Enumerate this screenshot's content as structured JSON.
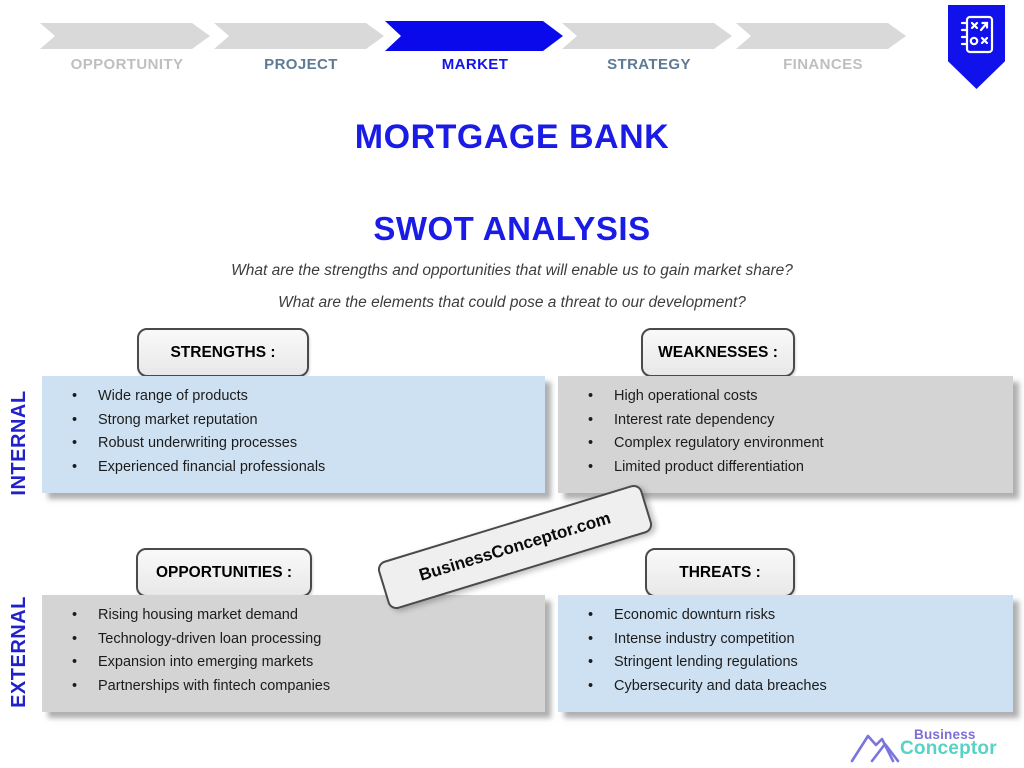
{
  "progress_bar": {
    "steps": [
      {
        "label": "OPPORTUNITY",
        "active": false
      },
      {
        "label": "PROJECT",
        "active": false
      },
      {
        "label": "MARKET",
        "active": true
      },
      {
        "label": "STRATEGY",
        "active": false
      },
      {
        "label": "FINANCES",
        "active": false
      }
    ]
  },
  "ribbon": {
    "icon": "strategy-board-icon"
  },
  "header": {
    "title": "MORTGAGE BANK",
    "subtitle": "SWOT ANALYSIS",
    "question1": "What are the strengths and opportunities that will enable us to gain market share?",
    "question2": "What are the elements that could pose a threat to our development?"
  },
  "axis_labels": {
    "internal": "INTERNAL",
    "external": "EXTERNAL"
  },
  "quadrants": {
    "strengths": {
      "label": "STRENGTHS :",
      "items": [
        "Wide range of products",
        "Strong market reputation",
        "Robust underwriting processes",
        "Experienced financial professionals"
      ]
    },
    "weaknesses": {
      "label": "WEAKNESSES :",
      "items": [
        "High operational costs",
        "Interest rate dependency",
        "Complex regulatory environment",
        "Limited product differentiation"
      ]
    },
    "opportunities": {
      "label": "OPPORTUNITIES :",
      "items": [
        "Rising housing market demand",
        "Technology-driven loan processing",
        "Expansion into emerging markets",
        "Partnerships with fintech companies"
      ]
    },
    "threats": {
      "label": "THREATS :",
      "items": [
        "Economic downturn risks",
        "Intense industry competition",
        "Stringent lending regulations",
        "Cybersecurity and data breaches"
      ]
    }
  },
  "watermark": "BusinessConceptor.com",
  "logo": {
    "line1": "Business",
    "line2": "Conceptor"
  },
  "colors": {
    "accent_blue": "#1414E8",
    "title_blue": "#1B1BE6",
    "axis_blue": "#2121CC",
    "light_blue_box": "#CEE1F2",
    "gray_box": "#D4D4D4",
    "chevron_gray": "#D9D9D9",
    "step_inactive": "#BFBFBF",
    "step_secondary": "#5D7A96",
    "logo_purple": "#7B6FD8",
    "logo_teal": "#57D2C6"
  }
}
